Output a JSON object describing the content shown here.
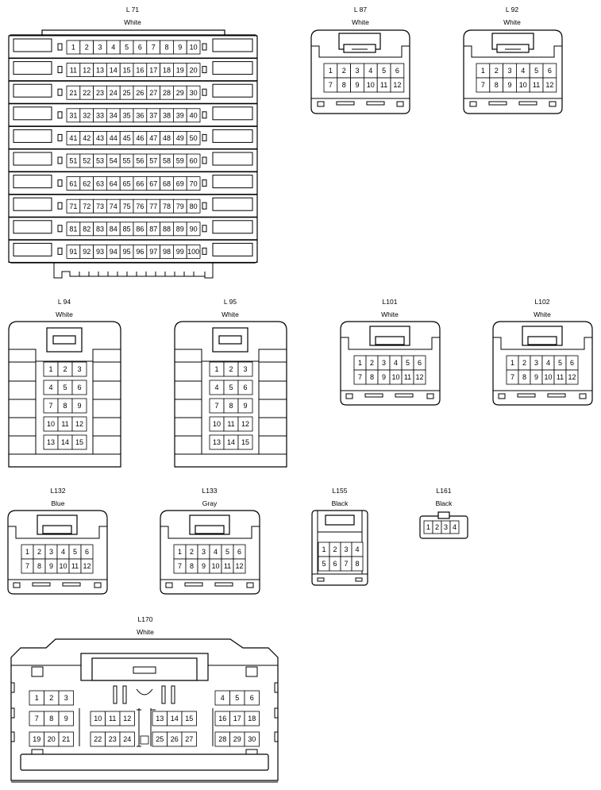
{
  "connectors": [
    {
      "id": "L 71",
      "color": "White"
    },
    {
      "id": "L 87",
      "color": "White"
    },
    {
      "id": "L 92",
      "color": "White"
    },
    {
      "id": "L 94",
      "color": "White"
    },
    {
      "id": "L 95",
      "color": "White"
    },
    {
      "id": "L101",
      "color": "White"
    },
    {
      "id": "L102",
      "color": "White"
    },
    {
      "id": "L132",
      "color": "Blue"
    },
    {
      "id": "L133",
      "color": "Gray"
    },
    {
      "id": "L155",
      "color": "Black"
    },
    {
      "id": "L161",
      "color": "Black"
    },
    {
      "id": "L170",
      "color": "White"
    }
  ],
  "pins": {
    "L71": [
      [
        "1",
        "2",
        "3",
        "4",
        "5",
        "6",
        "7",
        "8",
        "9",
        "10"
      ],
      [
        "11",
        "12",
        "13",
        "14",
        "15",
        "16",
        "17",
        "18",
        "19",
        "20"
      ],
      [
        "21",
        "22",
        "23",
        "24",
        "25",
        "26",
        "27",
        "28",
        "29",
        "30"
      ],
      [
        "31",
        "32",
        "33",
        "34",
        "35",
        "36",
        "37",
        "38",
        "39",
        "40"
      ],
      [
        "41",
        "42",
        "43",
        "44",
        "45",
        "46",
        "47",
        "48",
        "49",
        "50"
      ],
      [
        "51",
        "52",
        "53",
        "54",
        "55",
        "56",
        "57",
        "58",
        "59",
        "60"
      ],
      [
        "61",
        "62",
        "63",
        "64",
        "65",
        "66",
        "67",
        "68",
        "69",
        "70"
      ],
      [
        "71",
        "72",
        "73",
        "74",
        "75",
        "76",
        "77",
        "78",
        "79",
        "80"
      ],
      [
        "81",
        "82",
        "83",
        "84",
        "85",
        "86",
        "87",
        "88",
        "89",
        "90"
      ],
      [
        "91",
        "92",
        "93",
        "94",
        "95",
        "96",
        "97",
        "98",
        "99",
        "100"
      ]
    ],
    "six_by_two": [
      [
        "1",
        "2",
        "3",
        "4",
        "5",
        "6"
      ],
      [
        "7",
        "8",
        "9",
        "10",
        "11",
        "12"
      ]
    ],
    "fifteen": [
      [
        "1",
        "2",
        "3"
      ],
      [
        "4",
        "5",
        "6"
      ],
      [
        "7",
        "8",
        "9"
      ],
      [
        "10",
        "11",
        "12"
      ],
      [
        "13",
        "14",
        "15"
      ]
    ],
    "L155": [
      [
        "1",
        "2",
        "3",
        "4"
      ],
      [
        "5",
        "6",
        "7",
        "8"
      ]
    ],
    "L161": [
      [
        "1",
        "2",
        "3",
        "4"
      ]
    ],
    "L170": [
      [
        "1",
        "2",
        "3",
        "",
        "",
        "",
        "",
        "",
        "",
        "",
        "",
        "",
        "",
        "4",
        "5",
        "6"
      ],
      [
        "7",
        "8",
        "9",
        "10",
        "11",
        "12",
        "13",
        "14",
        "15",
        "16",
        "17",
        "18"
      ],
      [
        "19",
        "20",
        "21",
        "22",
        "23",
        "24",
        "25",
        "26",
        "27",
        "28",
        "29",
        "30"
      ]
    ]
  }
}
